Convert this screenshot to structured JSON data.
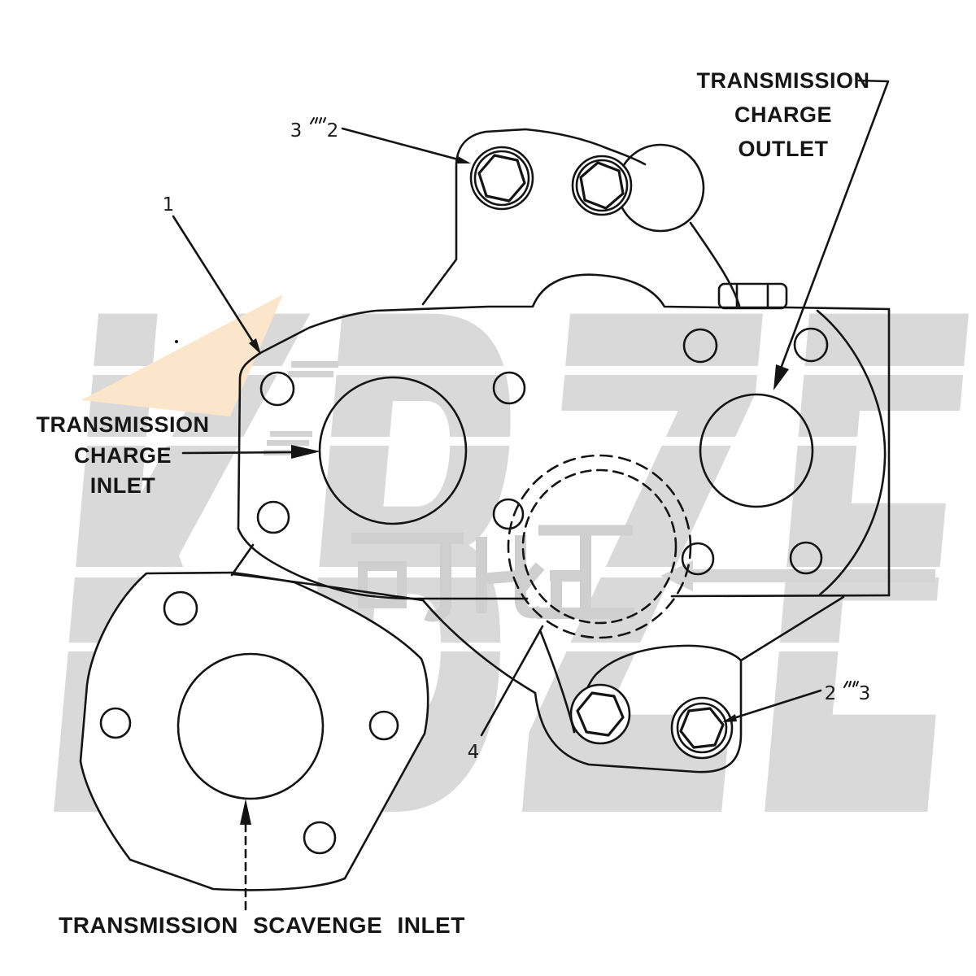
{
  "watermark": {
    "brand": "KBZE",
    "cjk": "可比正",
    "color": "#d9d9d9",
    "accent_color": "#fbe6cb"
  },
  "colors": {
    "ink": "#141414",
    "background": "#ffffff"
  },
  "labels": {
    "charge_outlet": {
      "l1": "TRANSMISSION",
      "l2": "CHARGE",
      "l3": "OUTLET"
    },
    "charge_inlet": {
      "l1": "TRANSMISSION",
      "l2": "CHARGE",
      "l3": "INLET"
    },
    "scavenge_inlet": "TRANSMISSION SCAVENGE INLET"
  },
  "callouts": {
    "top": {
      "a": "3",
      "b": "2"
    },
    "body": "1",
    "port": "4",
    "bottom_right": {
      "a": "2",
      "b": "3"
    }
  },
  "icons": {
    "callout_tick": "hatch-tick",
    "leader_arrow": "filled-arrowhead"
  }
}
